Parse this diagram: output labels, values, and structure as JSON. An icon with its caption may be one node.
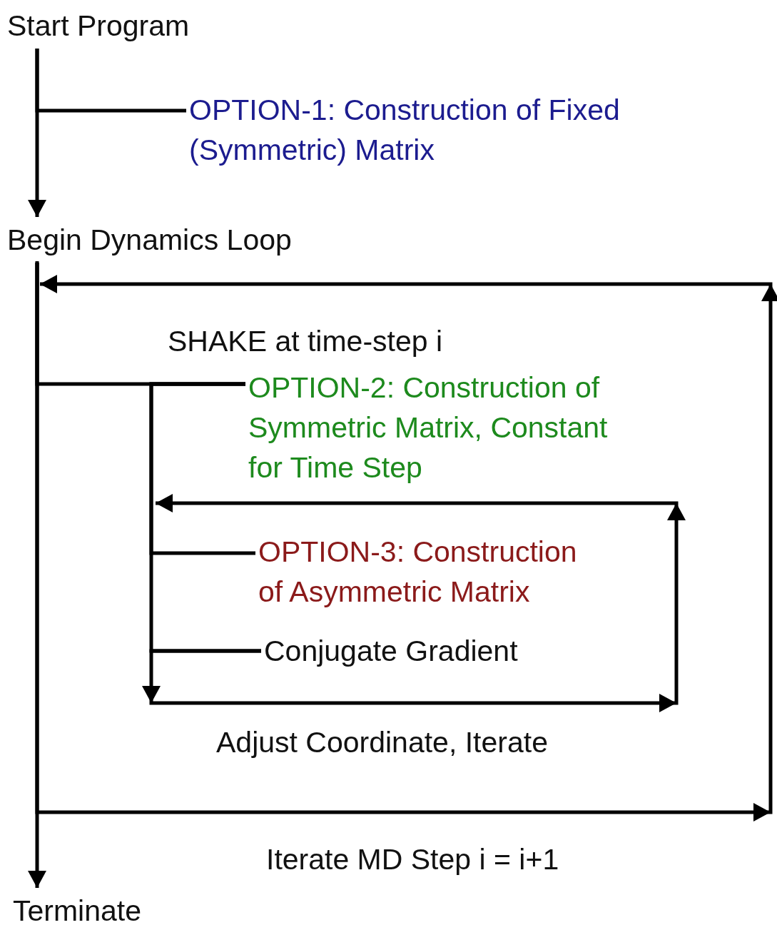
{
  "diagram": {
    "nodes": [
      {
        "text": [
          "Start Program"
        ]
      },
      {
        "text": [
          "OPTION-1: Construction of Fixed (Symmetric) Matrix"
        ]
      },
      {
        "text": [
          "Begin Dynamics Loop"
        ]
      },
      {
        "text": [
          "OPTION-2: Construction of Symmetric Matrix, Constant for Time Step"
        ]
      },
      {
        "text": [
          "OPTION-3: Construction of Asymmetric Matrix"
        ]
      },
      {
        "text": [
          "Conjugate Gradient"
        ]
      },
      {
        "text": [
          "Terminate"
        ]
      }
    ],
    "edges": [
      {
        "from": 0,
        "to": 2,
        "arrow": "to"
      },
      {
        "from": 0,
        "to": 1,
        "arrow": "none"
      },
      {
        "from": 2,
        "to": 6,
        "arrow": "to"
      },
      {
        "from": 2,
        "to": 3,
        "arrow": "none",
        "label": "SHAKE at time-step i"
      },
      {
        "from": 3,
        "to": 4,
        "arrow": "none"
      },
      {
        "from": 3,
        "to": 5,
        "arrow": "none"
      },
      {
        "from": 5,
        "to": null,
        "arrow": "to",
        "label": "Adjust Coordinate, Iterate"
      },
      {
        "from": 2,
        "to": 2,
        "arrow": "to",
        "label": "Iterate MD Step i = i+1"
      }
    ]
  }
}
